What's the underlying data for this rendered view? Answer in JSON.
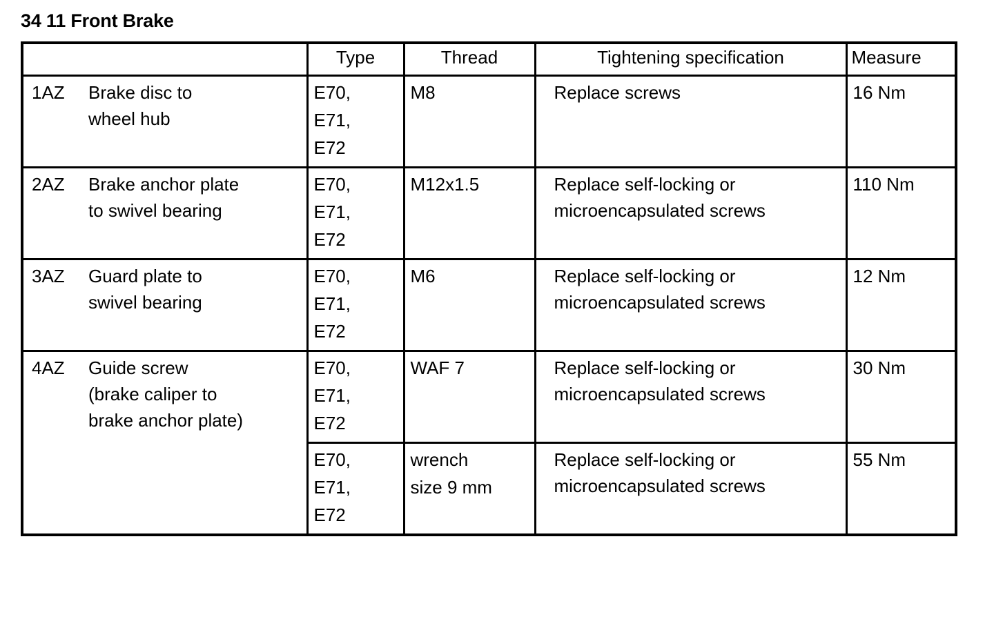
{
  "document": {
    "title": "34 11 Front Brake"
  },
  "table": {
    "headers": {
      "reference": "",
      "type": "Type",
      "thread": "Thread",
      "tightening": "Tightening specification",
      "measure": "Measure"
    },
    "rows": [
      {
        "ref": "1AZ",
        "description_lines": [
          "Brake disc to",
          "wheel hub"
        ],
        "type_lines": [
          "E70,",
          "E71,",
          "E72"
        ],
        "thread_lines": [
          "M8"
        ],
        "tightening_lines": [
          "Replace screws"
        ],
        "measure": "16 Nm"
      },
      {
        "ref": "2AZ",
        "description_lines": [
          "Brake anchor plate",
          "to swivel bearing"
        ],
        "type_lines": [
          "E70,",
          "E71,",
          "E72"
        ],
        "thread_lines": [
          "M12x1.5"
        ],
        "tightening_lines": [
          "Replace self-locking or",
          "microencapsulated screws"
        ],
        "measure": "110 Nm"
      },
      {
        "ref": "3AZ",
        "description_lines": [
          "Guard plate to",
          "swivel bearing"
        ],
        "type_lines": [
          "E70,",
          "E71,",
          "E72"
        ],
        "thread_lines": [
          "M6"
        ],
        "tightening_lines": [
          "Replace self-locking or",
          "microencapsulated screws"
        ],
        "measure": "12 Nm"
      },
      {
        "ref": "4AZ",
        "description_lines": [
          "Guide screw",
          "(brake caliper to",
          "brake anchor plate)"
        ],
        "type_lines": [
          "E70,",
          "E71,",
          "E72"
        ],
        "thread_lines": [
          "WAF 7"
        ],
        "tightening_lines": [
          "Replace self-locking or",
          "microencapsulated screws"
        ],
        "measure": "30 Nm"
      },
      {
        "ref": "",
        "description_lines": [],
        "type_lines": [
          "E70,",
          "E71,",
          "E72"
        ],
        "thread_lines": [
          "wrench",
          "size 9 mm"
        ],
        "tightening_lines": [
          "Replace self-locking or",
          "microencapsulated screws"
        ],
        "measure": "55 Nm"
      }
    ]
  },
  "colors": {
    "background": "#ffffff",
    "text": "#000000",
    "border": "#000000"
  }
}
